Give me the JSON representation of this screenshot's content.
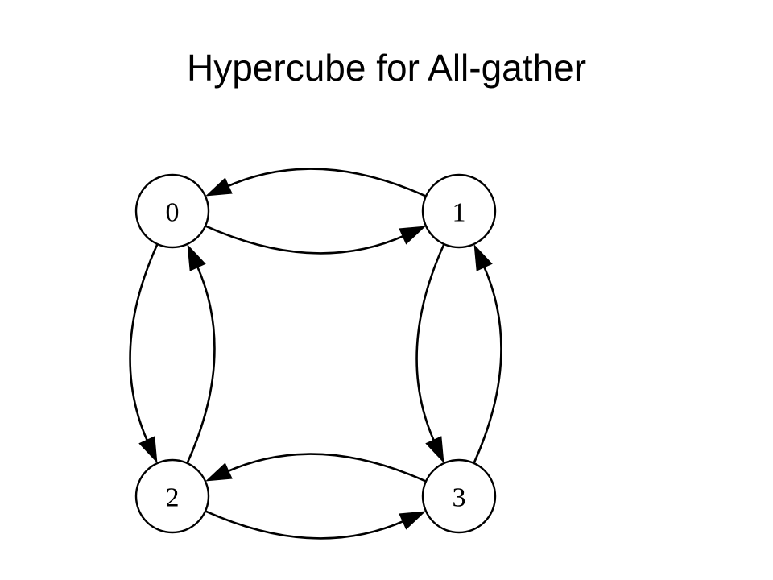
{
  "title": "Hypercube for All-gather",
  "nodes": [
    {
      "id": "n0",
      "label": "0"
    },
    {
      "id": "n1",
      "label": "1"
    },
    {
      "id": "n2",
      "label": "2"
    },
    {
      "id": "n3",
      "label": "3"
    }
  ],
  "edges": [
    {
      "from": "0",
      "to": "1"
    },
    {
      "from": "1",
      "to": "0"
    },
    {
      "from": "0",
      "to": "2"
    },
    {
      "from": "2",
      "to": "0"
    },
    {
      "from": "1",
      "to": "3"
    },
    {
      "from": "3",
      "to": "1"
    },
    {
      "from": "2",
      "to": "3"
    },
    {
      "from": "3",
      "to": "2"
    }
  ],
  "colors": {
    "stroke": "#000000",
    "node_fill": "#ffffff",
    "background": "#ffffff"
  }
}
